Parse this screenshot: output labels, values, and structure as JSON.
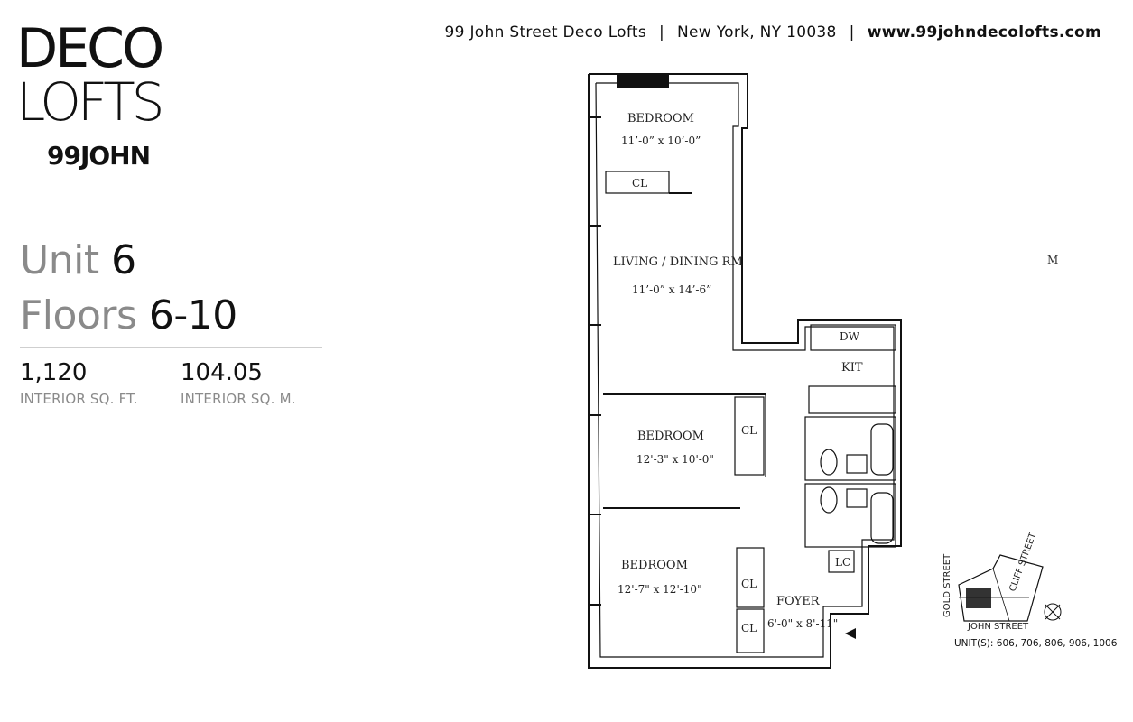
{
  "brand": {
    "line1": "DECO",
    "line2": "LOFTS",
    "line3": "99JOHN"
  },
  "header": {
    "building": "99 John Street Deco Lofts",
    "location": "New York, NY 10038",
    "website": "www.99johndecolofts.com"
  },
  "unit": {
    "unit_label": "Unit",
    "unit_value": "6",
    "floors_label": "Floors",
    "floors_value": "6-10"
  },
  "stats": {
    "sqft_value": "1,120",
    "sqft_label": "INTERIOR SQ. FT.",
    "sqm_value": "104.05",
    "sqm_label": "INTERIOR SQ. M."
  },
  "plan": {
    "rooms": {
      "bedroom_top": {
        "name": "BEDROOM",
        "dims": "11’-0” x 10’-0”"
      },
      "living": {
        "name": "LIVING / DINING RM",
        "dims": "11’-0” x 14’-6”"
      },
      "bedroom_mid": {
        "name": "BEDROOM",
        "dims": "12'-3\" x 10'-0\""
      },
      "bedroom_bottom": {
        "name": "BEDROOM",
        "dims": "12'-7\" x 12'-10\""
      },
      "kitchen": {
        "name": "KIT"
      },
      "foyer": {
        "name": "FOYER",
        "dims": "6'-0\" x 8'-11\""
      }
    },
    "labels": {
      "closet": "CL",
      "dishwasher": "DW",
      "linen_closet": "LC"
    },
    "stray_mark": "M"
  },
  "key_plan": {
    "street_left": "GOLD STREET",
    "street_bottom": "JOHN STREET",
    "street_right": "CLIFF STREET",
    "units": "UNIT(S): 606, 706, 806, 906, 1006"
  }
}
